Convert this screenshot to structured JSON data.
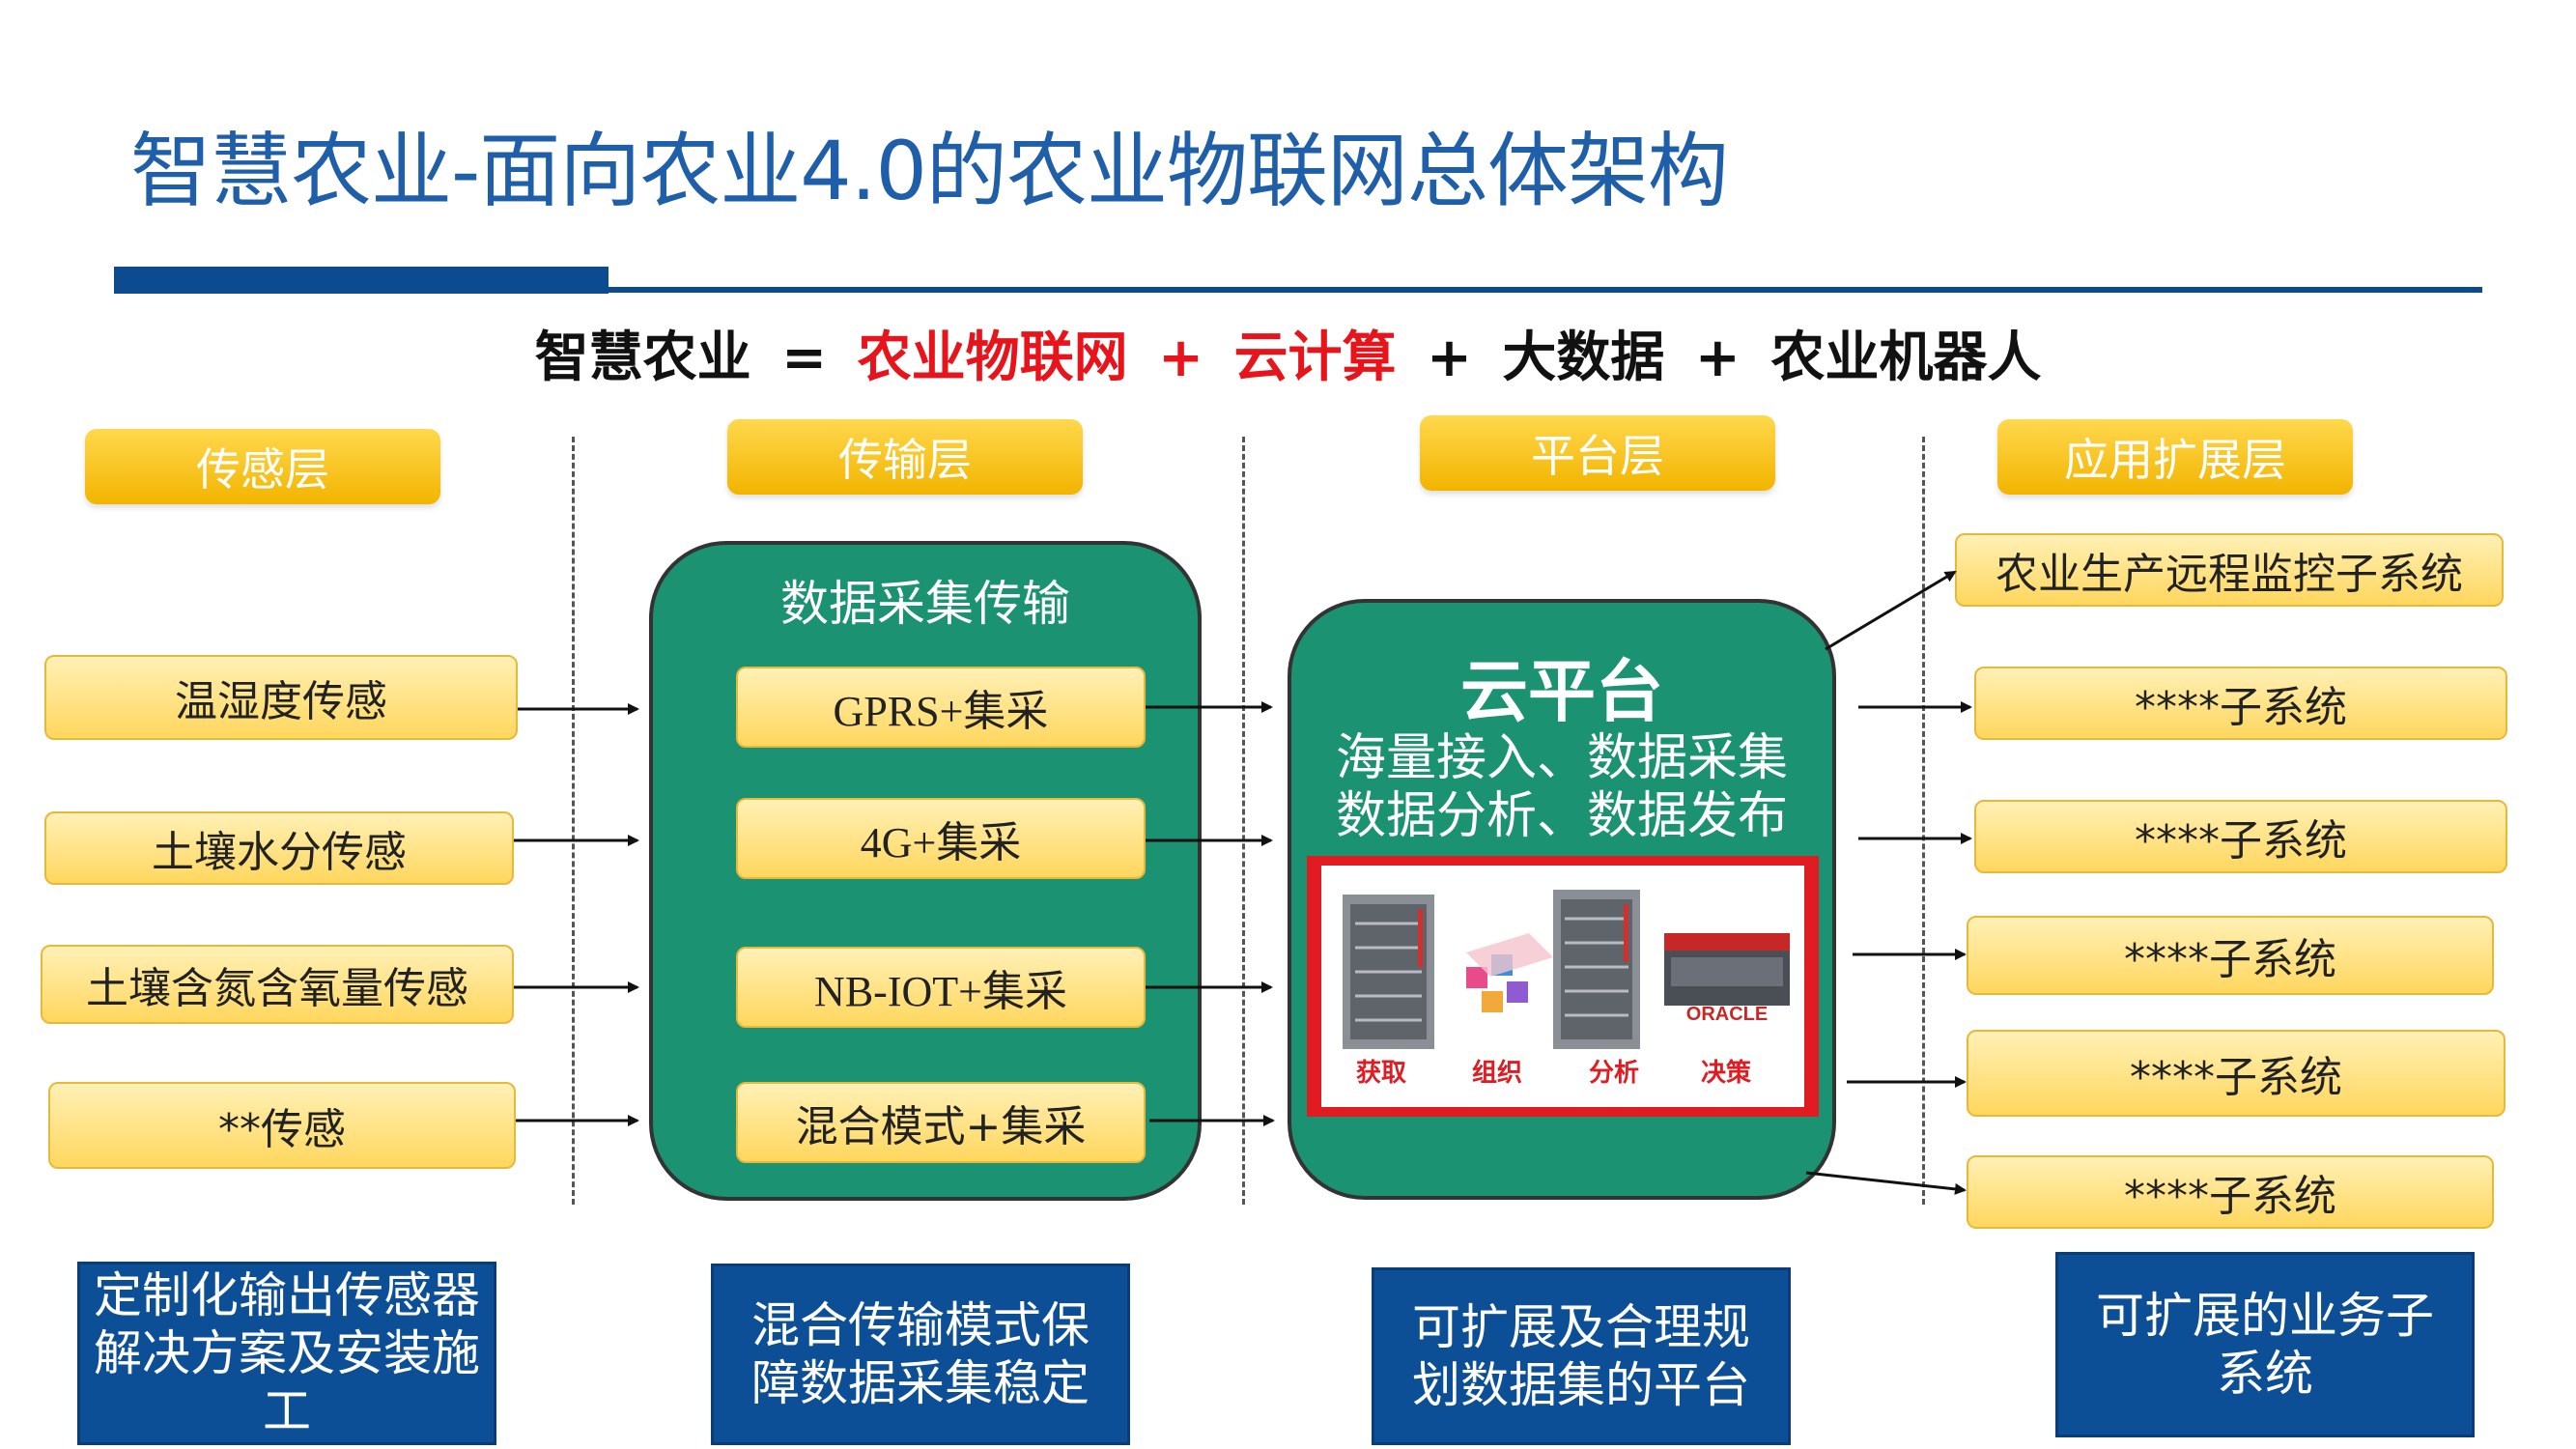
{
  "title": "智慧农业-面向农业4.0的农业物联网总体架构",
  "formula": {
    "term1": "智慧农业",
    "eq": "=",
    "term2": "农业物联网",
    "plus1": "+",
    "term3": "云计算",
    "plus2": "+",
    "term4": "大数据",
    "plus3": "+",
    "term5": "农业机器人"
  },
  "layers": {
    "sensing": "传感层",
    "transmission": "传输层",
    "platform": "平台层",
    "application": "应用扩展层"
  },
  "sensors": [
    "温湿度传感",
    "土壤水分传感",
    "土壤含氮含氧量传感",
    "**传感"
  ],
  "transmission": {
    "title": "数据采集传输",
    "items": [
      "GPRS+集采",
      "4G+集采",
      "NB-IOT+集采",
      "混合模式+集采"
    ]
  },
  "cloud": {
    "title": "云平台",
    "line1": "海量接入、数据采集",
    "line2": "数据分析、数据发布",
    "oracle_logo": "ORACLE",
    "captions": [
      "获取",
      "组织",
      "分析",
      "决策"
    ]
  },
  "applications": [
    "农业生产远程监控子系统",
    "****子系统",
    "****子系统",
    "****子系统",
    "****子系统",
    "****子系统"
  ],
  "summaries": {
    "sensing": "定制化输出传感器解决方案及安装施工",
    "transmission": "混合传输模式保障数据采集稳定",
    "platform": "可扩展及合理规划数据集的平台",
    "application": "可扩展的业务子系统"
  },
  "colors": {
    "title_blue": "#1f5ea8",
    "accent_red": "#e8141c",
    "panel_green": "#1b9272",
    "header_yellow": "#f2b400",
    "summary_blue": "#0c4f96"
  }
}
